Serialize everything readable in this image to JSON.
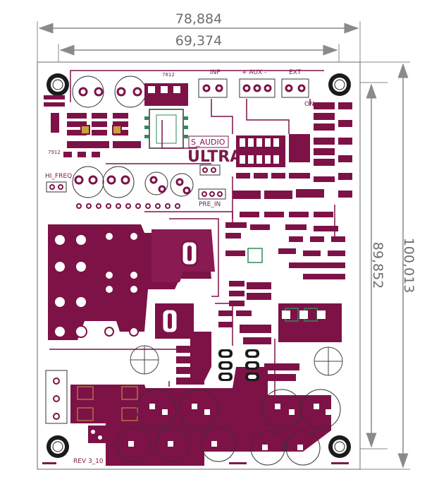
{
  "dimensions": {
    "overall_width": "78,884",
    "inner_width": "69,374",
    "overall_height": "100,013",
    "inner_height": "89,852"
  },
  "board": {
    "logo_top": "S_AUDIO",
    "logo_main": "ULTRA",
    "revision": "REV 3_10",
    "header_inp": "INP",
    "header_aux": "+ AUX -",
    "header_ext": "EXT",
    "label_hi_freq": "HI_FREQ",
    "label_pre_in": "PRE_IN",
    "label_on": "ON",
    "label_7912": "7912",
    "label_7812": "7812"
  },
  "colors": {
    "copper": "#7d1247",
    "silk": "#7a1a4a",
    "pad": "#ffffff",
    "dimension": "#8a8a8a",
    "accent_green": "#2e8b57",
    "accent_gold": "#c9a13b"
  }
}
